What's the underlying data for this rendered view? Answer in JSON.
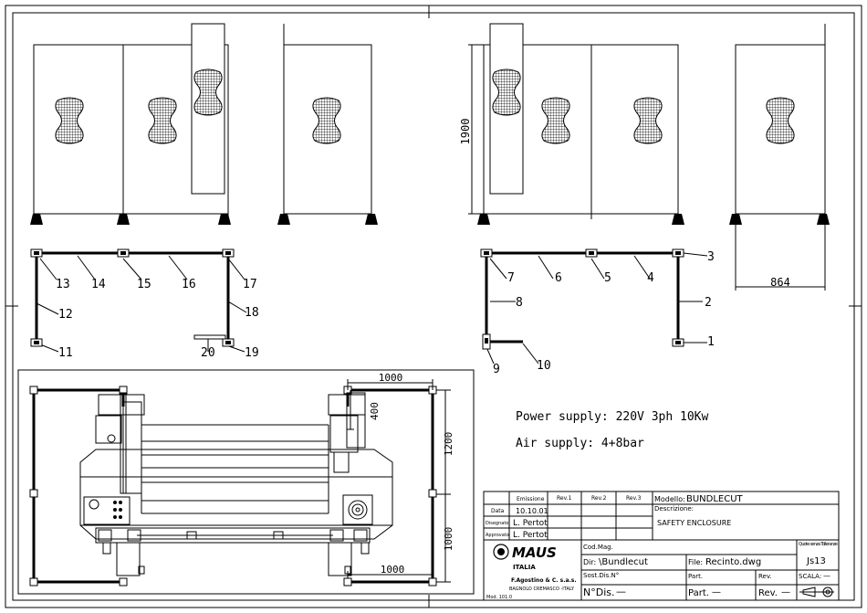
{
  "dims": {
    "height": "1900",
    "depth": "864",
    "top_len": "1000",
    "side_len": "400",
    "mid_len": "1200",
    "low_len": "1000",
    "bottom_len": "1000"
  },
  "left_labels": [
    "13",
    "14",
    "15",
    "16",
    "17",
    "12",
    "18",
    "11",
    "20",
    "19"
  ],
  "right_labels": [
    "7",
    "6",
    "5",
    "4",
    "3",
    "8",
    "2",
    "9",
    "10",
    "1"
  ],
  "notes": {
    "power": "Power supply: 220V 3ph 10Kw",
    "air": "Air supply: 4+8bar"
  },
  "title_block": {
    "emissione": "Emissione",
    "rev1": "Rev.1",
    "rev2": "Rev.2",
    "rev3": "Rev.3",
    "modello_label": "Modello:",
    "modello": "BUNDLECUT",
    "descrizione_label": "Descrizione:",
    "descrizione": "SAFETY ENCLOSURE",
    "data_label": "Data",
    "data": "10.10.01",
    "disegnato_label": "Disegnato",
    "disegnato": "L. Pertot",
    "approvato_label": "Approvato",
    "approvato": "L. Pertot",
    "company_logo": "MAUS",
    "company_sub": "ITALIA",
    "company_name": "F.Agostino & C. s.a.s.",
    "company_addr": "BAGNOLO CREMASCO -ITALY",
    "mod": "Mod. 101.0",
    "codmag_label": "Cod.Mag.",
    "dir_label": "Dir:",
    "dir": "\\Bundlecut",
    "file_label": "File:",
    "file": "Recinto.dwg",
    "sost_label": "Sost.Dis.N°",
    "part_label": "Part.",
    "rev_label": "Rev.",
    "ndis_label": "N°Dis.",
    "ndis": "—",
    "part2_label": "Part.",
    "part2": "—",
    "rev2_label": "Rev.",
    "rev2_val": "—",
    "quote_label": "Quote senza Tolleranze",
    "quote": "Js13",
    "scala_label": "SCALA:",
    "scala": "—"
  }
}
